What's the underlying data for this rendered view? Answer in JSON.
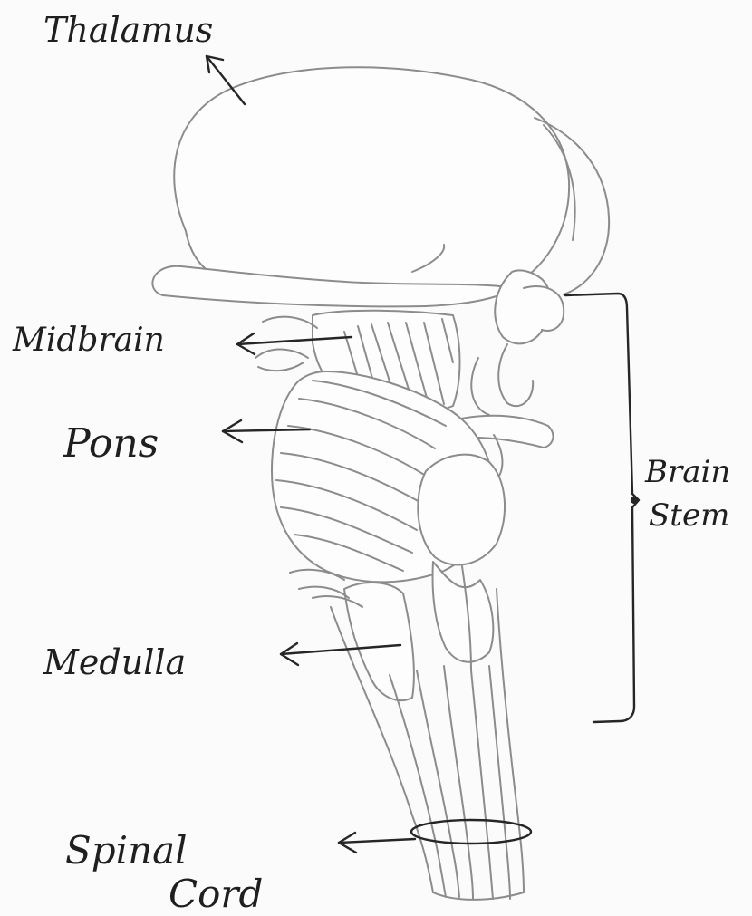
{
  "labels": {
    "thalamus": "Thalamus",
    "midbrain": "Midbrain",
    "pons": "Pons",
    "medulla": "Medulla",
    "spinal_cord_line1": "Spinal",
    "spinal_cord_line2": "Cord",
    "brain_stem_line1": "Brain",
    "brain_stem_line2": "Stem"
  },
  "colors": {
    "drawing_stroke": "#8c8c8c",
    "label_ink": "#262626",
    "paper": "#fbfbfb"
  }
}
